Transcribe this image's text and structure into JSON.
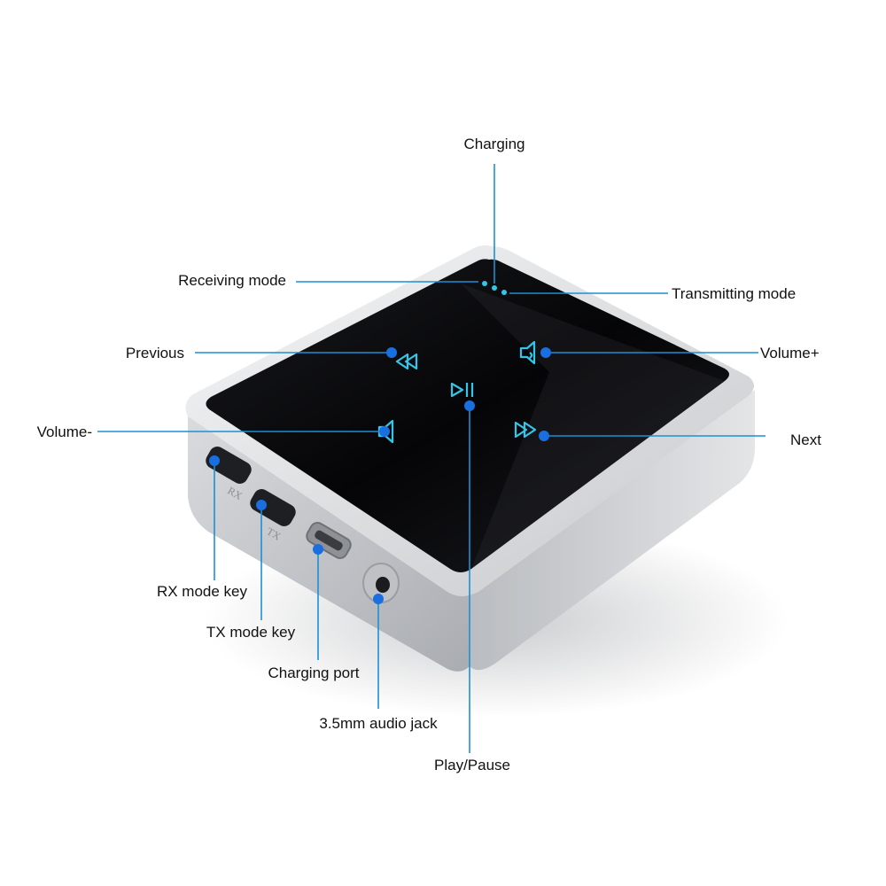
{
  "labels": {
    "charging": "Charging",
    "receiving_mode": "Receiving mode",
    "transmitting_mode": "Transmitting mode",
    "previous": "Previous",
    "volume_plus": "Volume+",
    "volume_minus": "Volume-",
    "next": "Next",
    "rx_mode_key": "RX mode key",
    "tx_mode_key": "TX mode key",
    "charging_port": "Charging port",
    "audio_jack": "3.5mm audio jack",
    "play_pause": "Play/Pause"
  },
  "device": {
    "rx_text": "RX",
    "tx_text": "TX"
  },
  "colors": {
    "callout_line": "#1d8fd4",
    "callout_dot": "#1a6fe0",
    "touch_icon": "#33c6e8",
    "panel": "#0b0b0d",
    "shell": "#cfd1d4"
  }
}
